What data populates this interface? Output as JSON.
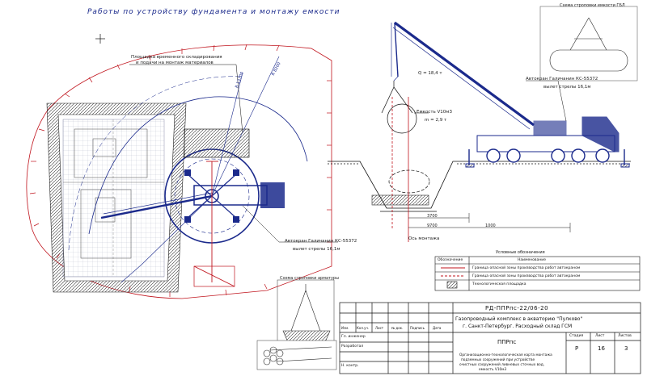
{
  "drawing": {
    "main_title": "Работы по устройству фундамента и монтажу емкости",
    "callout_storage": [
      "Площадка временного складирования",
      "и подачи на монтаж материалов"
    ],
    "crane_label_left": [
      "Автокран Галичанин КС-55372",
      "вылет стрелы 16,1м"
    ],
    "crane_label_right": [
      "Автокран Галичанин КС-55372",
      "вылет стрелы 16,1м"
    ],
    "load_label": "Q = 18,4 т",
    "tank_label": [
      "Емкость V10м3",
      "m = 2,9 т"
    ],
    "axis_label": "Ось монтажа",
    "dim_3700": "3700",
    "dim_9700": "9700",
    "dim_1000": "1000",
    "radius_r1": "R 8200",
    "radius_r2": "R 13700",
    "sling_top_caption": "Схема строповки емкости ГБЛ",
    "sling_bottom_caption": "Схема строповки арматуры"
  },
  "legend": {
    "title": "Условные обозначения",
    "headers": [
      "Обозначение",
      "Наименование"
    ],
    "rows": [
      "Граница опасной зоны производства работ автокраном",
      "Граница опасной зоны производства работ автокраном",
      "Технологическая площадка"
    ]
  },
  "title_block": {
    "code": "РД-ППРпс-22/06-20",
    "project": [
      "Газопроводный комплекс в акваторию \"Пулково\"",
      "г. Санкт-Петербург. Расходный склад ГСМ"
    ],
    "doc_type": "ППРпс",
    "sheet_desc": [
      "Организационно-технологическая карта монтажа",
      "подземных сооружений при устройстве",
      "очистных сооружений ливневых сточных вод,",
      "емкость V10м3"
    ],
    "col_headers": [
      "Изм.",
      "Кол.уч.",
      "Лист",
      "№ док.",
      "Подпись",
      "Дата"
    ],
    "roles": [
      "Гл. инженер",
      "Разработал",
      "Н. контр."
    ],
    "stage_label": "Стадия",
    "sheet_label": "Лист",
    "sheets_label": "Листов",
    "stage": "Р",
    "sheet": "16",
    "sheets": "3"
  }
}
